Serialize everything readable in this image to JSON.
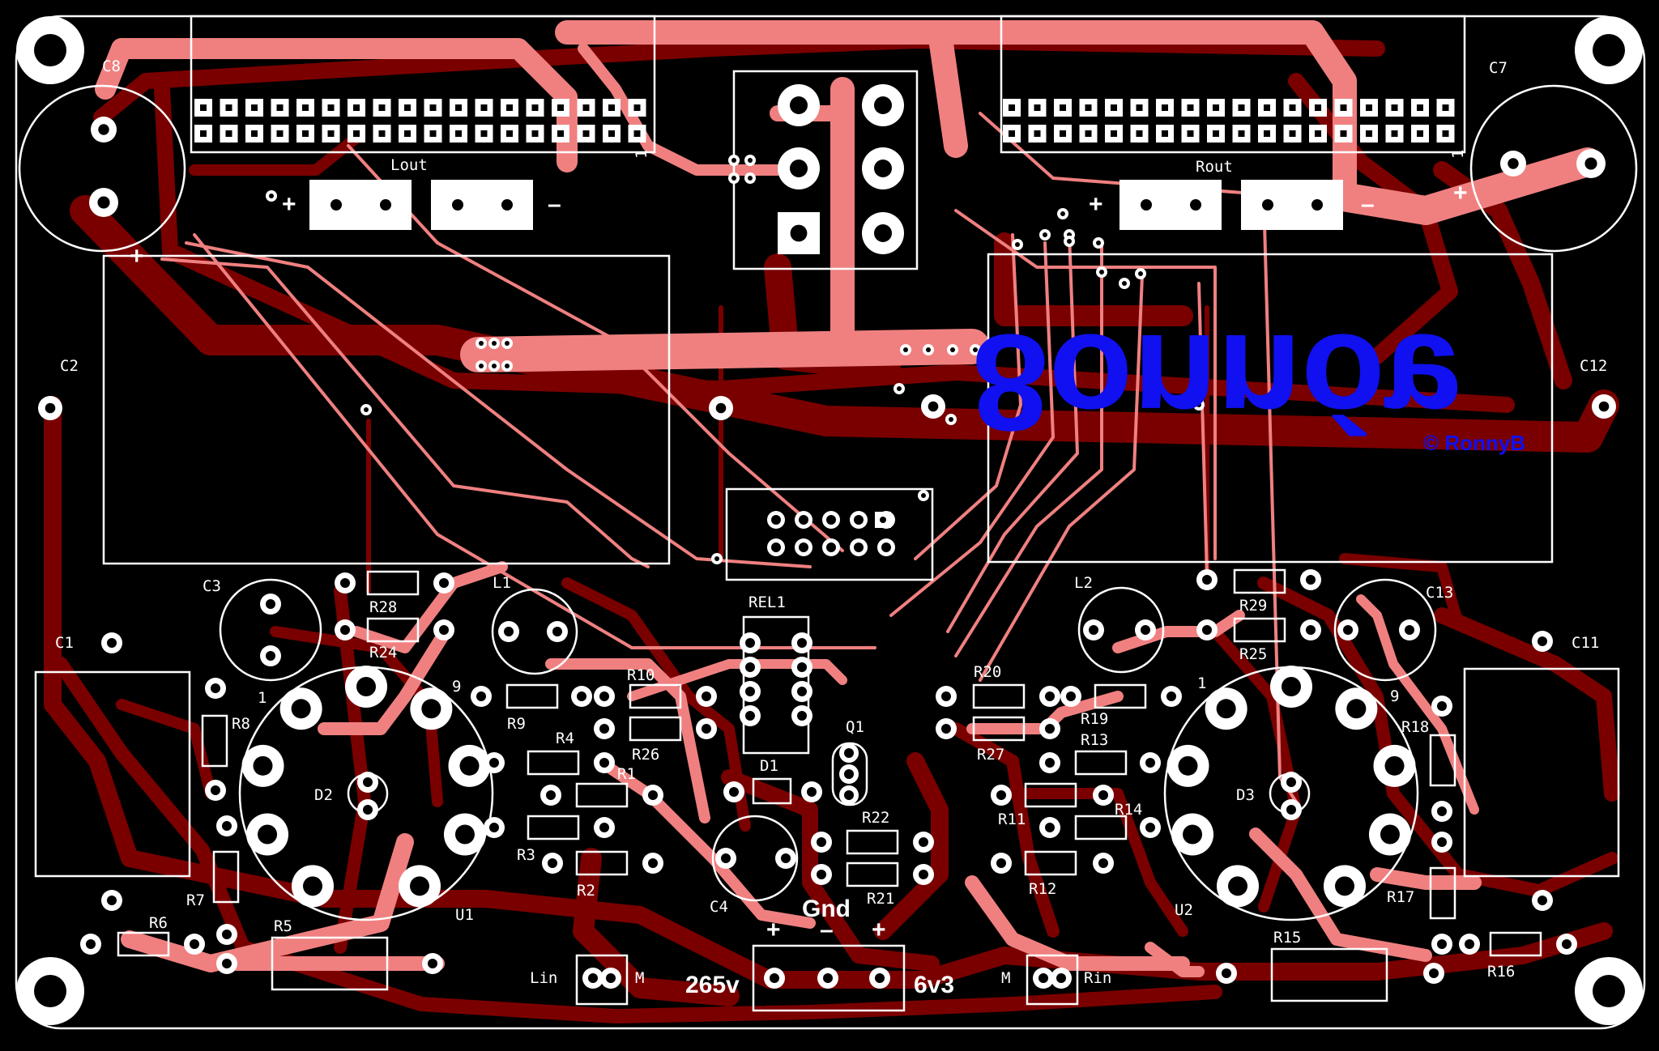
{
  "board": {
    "colors": {
      "background": "#000000",
      "bottom_copper": "#7a0000",
      "top_copper": "#f08080",
      "silkscreen": "#ffffff",
      "logo": "#1010f0"
    },
    "logo_text": "8onnóɐ",
    "copyright": "© RonnyB"
  },
  "labels": {
    "c1": "C1",
    "c2": "C2",
    "c3": "C3",
    "c4": "C4",
    "c7": "C7",
    "c8": "C8",
    "c11": "C11",
    "c12": "C12",
    "c13": "C13",
    "l1": "L1",
    "l2": "L2",
    "rel1": "REL1",
    "q1": "Q1",
    "d1": "D1",
    "d2": "D2",
    "d3": "D3",
    "u1": "U1",
    "u2": "U2",
    "r1": "R1",
    "r2": "R2",
    "r3": "R3",
    "r4": "R4",
    "r5": "R5",
    "r6": "R6",
    "r7": "R7",
    "r8": "R8",
    "r9": "R9",
    "r10": "R10",
    "r11": "R11",
    "r12": "R12",
    "r13": "R13",
    "r14": "R14",
    "r15": "R15",
    "r16": "R16",
    "r17": "R17",
    "r18": "R18",
    "r19": "R19",
    "r20": "R20",
    "r21": "R21",
    "r22": "R22",
    "r24": "R24",
    "r25": "R25",
    "r26": "R26",
    "r27": "R27",
    "r28": "R28",
    "r29": "R29",
    "lout": "Lout",
    "rout": "Rout",
    "plus": "+",
    "minus": "–",
    "one": "1",
    "nine": "9",
    "lin": "Lin",
    "rin": "Rin",
    "m": "M",
    "gnd": "Gnd",
    "v265": "265v",
    "v6": "6v3"
  }
}
